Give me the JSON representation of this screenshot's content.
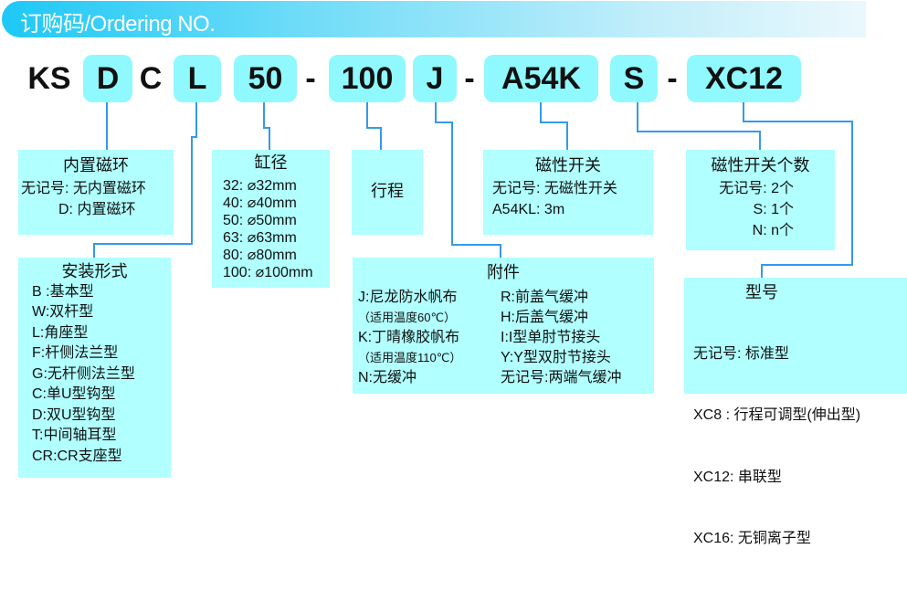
{
  "title": "订购码/Ordering NO.",
  "code": {
    "prefix": "KS",
    "magnet": "D",
    "c": "C",
    "mount": "L",
    "bore": "50",
    "dash1": "-",
    "stroke": "100",
    "accessory": "J",
    "dash2": "-",
    "switch": "A54K",
    "switch_count": "S",
    "dash3": "-",
    "model": "XC12"
  },
  "colors": {
    "pill": "#8ff9ff",
    "box": "#b1ffff",
    "line": "#3399ee",
    "banner": "#1ec8f6"
  },
  "magnet_box": {
    "title": "内置磁环",
    "rows": [
      "无记号: 无内置磁环",
      "D: 内置磁环"
    ]
  },
  "mount_box": {
    "title": "安装形式",
    "rows": [
      "B :基本型",
      "W:双杆型",
      "L:角座型",
      "F:杆侧法兰型",
      "G:无杆侧法兰型",
      "C:单U型钩型",
      "D:双U型钩型",
      "T:中间轴耳型",
      "CR:CR支座型"
    ]
  },
  "bore_box": {
    "title": "缸径",
    "rows": [
      "32: ⌀32mm",
      "40: ⌀40mm",
      "50: ⌀50mm",
      "63: ⌀63mm",
      "80: ⌀80mm",
      "100: ⌀100mm"
    ]
  },
  "stroke_box": {
    "title": "行程"
  },
  "switch_box": {
    "title": "磁性开关",
    "rows": [
      "无记号: 无磁性开关",
      "A54KL: 3m"
    ]
  },
  "count_box": {
    "title": "磁性开关个数",
    "rows": [
      "无记号: 2个",
      "S: 1个",
      "N: n个"
    ]
  },
  "accessory_box": {
    "title": "附件",
    "left": [
      "J:尼龙防水帆布",
      "（适用温度60℃）",
      "K:丁晴橡胶帆布",
      "（适用温度110℃）",
      "N:无缓冲"
    ],
    "right": [
      "R:前盖气缓冲",
      "H:后盖气缓冲",
      "I:I型单肘节接头",
      "Y:Y型双肘节接头",
      "无记号:两端气缓冲"
    ]
  },
  "model_box": {
    "title": "型号",
    "rows": [
      "无记号:  标准型",
      "XC8  :  行程可调型(伸出型)",
      "XC12:  串联型",
      "XC16:  无铜离子型"
    ]
  }
}
